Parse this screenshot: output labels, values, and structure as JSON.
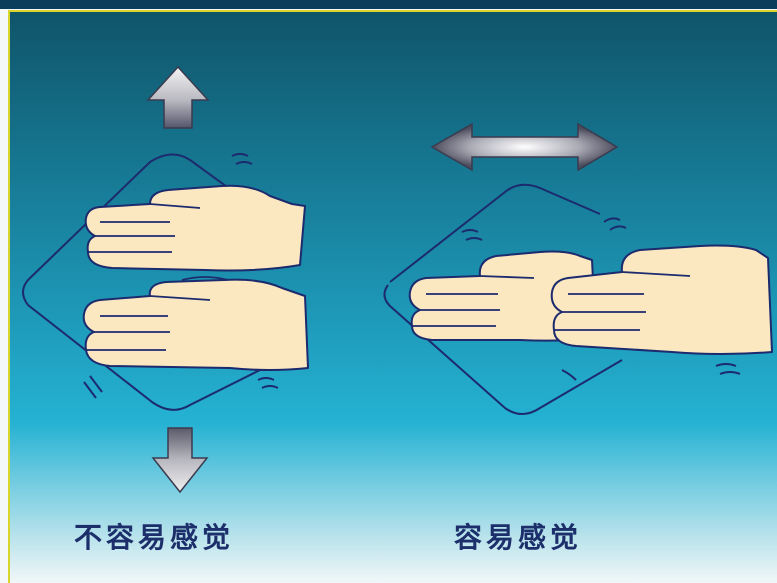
{
  "captions": {
    "left": "不容易感觉",
    "right": "容易感觉"
  },
  "colors": {
    "background_top": "#0f5469",
    "background_mid": "#22a6c6",
    "background_bottom": "#f2f7f8",
    "border_frame": "#d8d62a",
    "hand_fill": "#fbe8c0",
    "outline": "#1c2a6e",
    "caption": "#1c2f6b",
    "arrow_light": "#f2f2f2",
    "arrow_dark": "#5a5a66"
  },
  "figures": {
    "left": {
      "motion": "vertical",
      "arrows": [
        "up-arrow",
        "down-arrow"
      ]
    },
    "right": {
      "motion": "horizontal",
      "arrows": [
        "left-right-arrow"
      ]
    }
  }
}
